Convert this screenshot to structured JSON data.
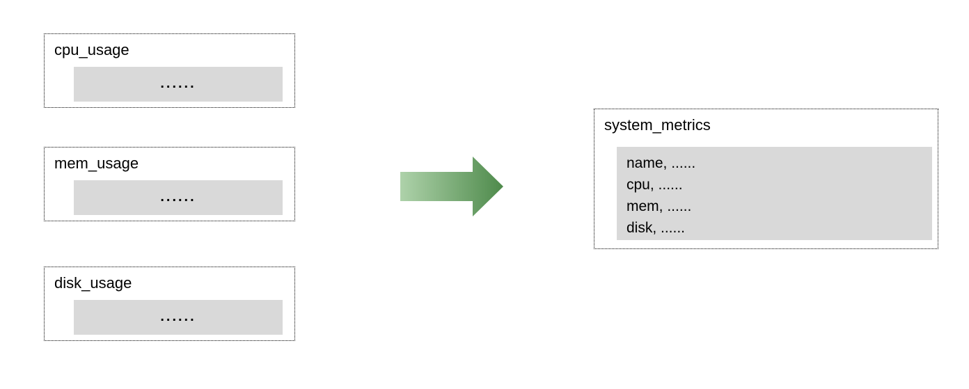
{
  "diagram": {
    "sources": [
      {
        "title": "cpu_usage",
        "placeholder": "......"
      },
      {
        "title": "mem_usage",
        "placeholder": "......"
      },
      {
        "title": "disk_usage",
        "placeholder": "......"
      }
    ],
    "target": {
      "title": "system_metrics",
      "fields": [
        "name, ......",
        "cpu, ......",
        "mem, ......",
        "disk, ......"
      ]
    },
    "arrow": {
      "direction": "right",
      "gradient_start": "#aed2aa",
      "gradient_end": "#4e8a4b"
    },
    "colors": {
      "panel_gray": "#d9d9d9",
      "border": "#000000",
      "background": "#ffffff",
      "text": "#000000"
    }
  }
}
